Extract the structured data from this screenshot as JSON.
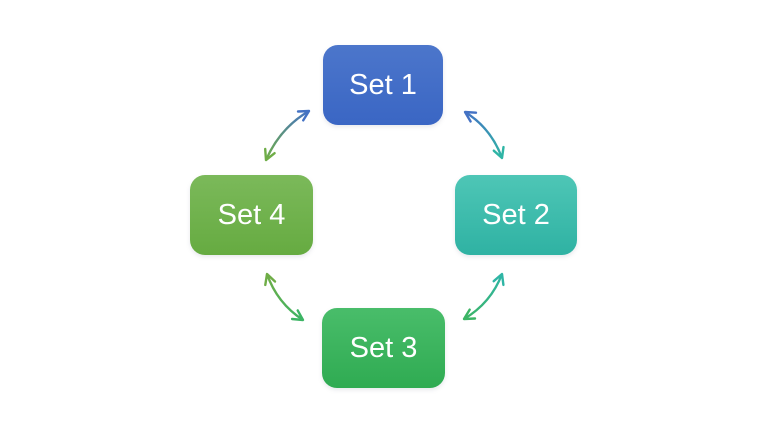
{
  "diagram": {
    "type": "cycle",
    "nodes": [
      {
        "id": "set1",
        "label": "Set 1",
        "position": "top"
      },
      {
        "id": "set2",
        "label": "Set 2",
        "position": "right"
      },
      {
        "id": "set3",
        "label": "Set 3",
        "position": "bottom"
      },
      {
        "id": "set4",
        "label": "Set 4",
        "position": "left"
      }
    ],
    "connections": [
      {
        "from": "set4",
        "to": "set1",
        "bidirectional": true
      },
      {
        "from": "set1",
        "to": "set2",
        "bidirectional": true
      },
      {
        "from": "set2",
        "to": "set3",
        "bidirectional": true
      },
      {
        "from": "set3",
        "to": "set4",
        "bidirectional": true
      }
    ]
  },
  "colors": {
    "background": "#ffffff",
    "text": "#ffffff",
    "set1_top": "#4c76cb",
    "set1_bottom": "#3a66c4",
    "set2_top": "#4ec6b6",
    "set2_bottom": "#2fb2a3",
    "set3_top": "#49bd6a",
    "set3_bottom": "#2fab52",
    "set4_top": "#7bb95a",
    "set4_bottom": "#66ab41",
    "arrow_blue": "#4472c4",
    "arrow_teal": "#2fb5a5",
    "arrow_green": "#3cb464",
    "arrow_yellow_green": "#6fad47"
  }
}
